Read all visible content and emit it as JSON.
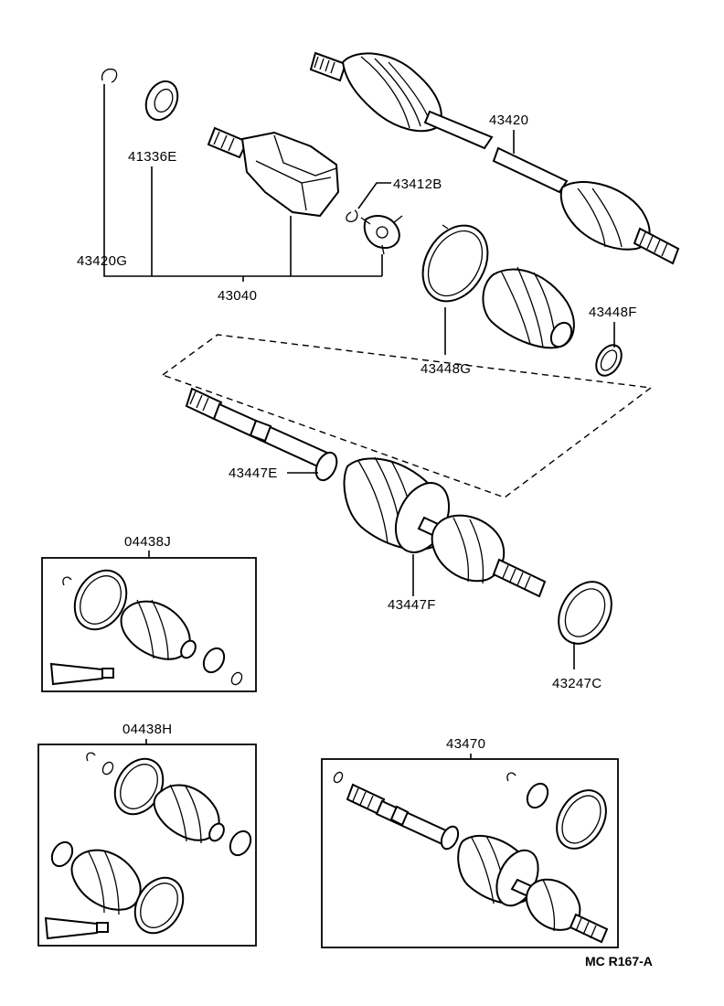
{
  "diagram": {
    "part_labels": {
      "p43420": "43420",
      "p41336E": "41336E",
      "p43412B": "43412B",
      "p43420G": "43420G",
      "p43040": "43040",
      "p43448F": "43448F",
      "p43448G": "43448G",
      "p43447E": "43447E",
      "p04438J": "04438J",
      "p43447F": "43447F",
      "p43247C": "43247C",
      "p04438H": "04438H",
      "p43470": "43470"
    },
    "reference_code": "MC R167-A"
  }
}
